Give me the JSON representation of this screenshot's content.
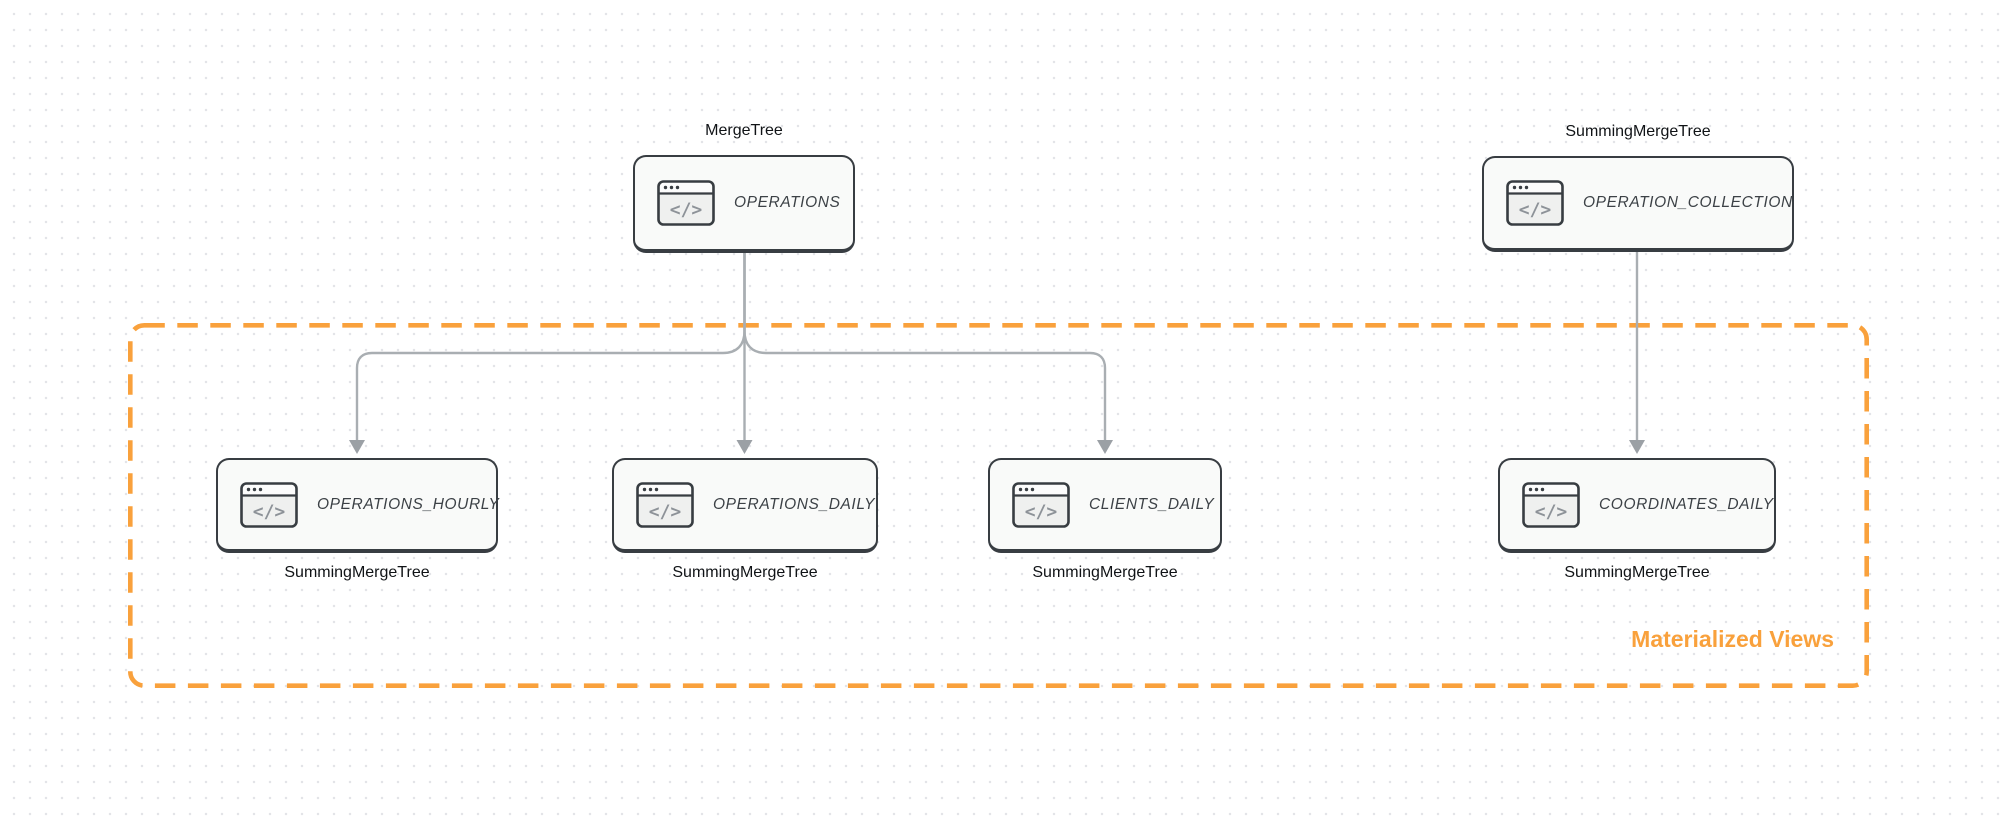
{
  "diagram": {
    "type": "database-table-diagram",
    "group": {
      "label": "Materialized Views"
    },
    "icon": {
      "name": "code-window-icon",
      "glyph": "</>"
    },
    "colors": {
      "accent_orange": "#F9A13C",
      "node_border": "#383D42",
      "node_fill": "#F9FAF9",
      "arrow_gray": "#A9AEB2",
      "arrowhead_gray": "#9BA0A5",
      "engine_label_text": "#101316",
      "node_title_text": "#3C4146",
      "background_dot": "#E3E4E8"
    }
  },
  "nodes": {
    "operations": {
      "engine": "MergeTree",
      "title": "OPERATIONS"
    },
    "operation_collection": {
      "engine": "SummingMergeTree",
      "title": "OPERATION_COLLECTION"
    },
    "operations_hourly": {
      "engine": "SummingMergeTree",
      "title": "OPERATIONS_HOURLY"
    },
    "operations_daily": {
      "engine": "SummingMergeTree",
      "title": "OPERATIONS_DAILY"
    },
    "clients_daily": {
      "engine": "SummingMergeTree",
      "title": "CLIENTS_DAILY"
    },
    "coordinates_daily": {
      "engine": "SummingMergeTree",
      "title": "COORDINATES_DAILY"
    }
  },
  "group": {
    "label": "Materialized Views"
  },
  "icon": {
    "glyph": "</>"
  },
  "edges": [
    {
      "from": "OPERATIONS",
      "to": "OPERATIONS_HOURLY"
    },
    {
      "from": "OPERATIONS",
      "to": "OPERATIONS_DAILY"
    },
    {
      "from": "OPERATIONS",
      "to": "CLIENTS_DAILY"
    },
    {
      "from": "OPERATION_COLLECTION",
      "to": "COORDINATES_DAILY"
    }
  ]
}
